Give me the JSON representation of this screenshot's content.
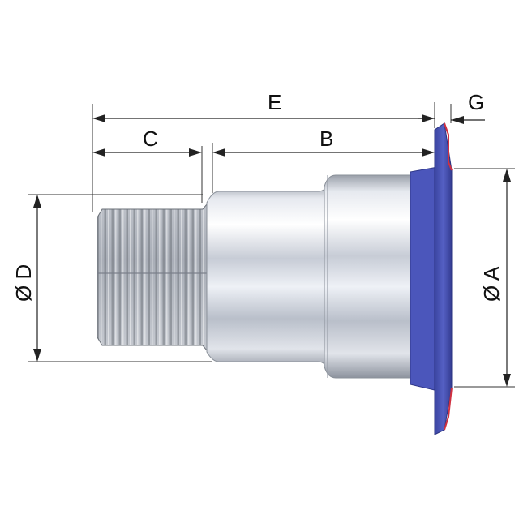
{
  "diagram": {
    "labels": {
      "e": "E",
      "c": "C",
      "b": "B",
      "g": "G",
      "d": "Ø D",
      "a": "Ø A"
    },
    "colors": {
      "flange": "#4a55b8",
      "flange_edge": "#d03040",
      "metal_light": "#f4f6fb",
      "metal_mid": "#c9ced8",
      "metal_dark": "#8d939e",
      "dimension_line": "#222222"
    }
  }
}
